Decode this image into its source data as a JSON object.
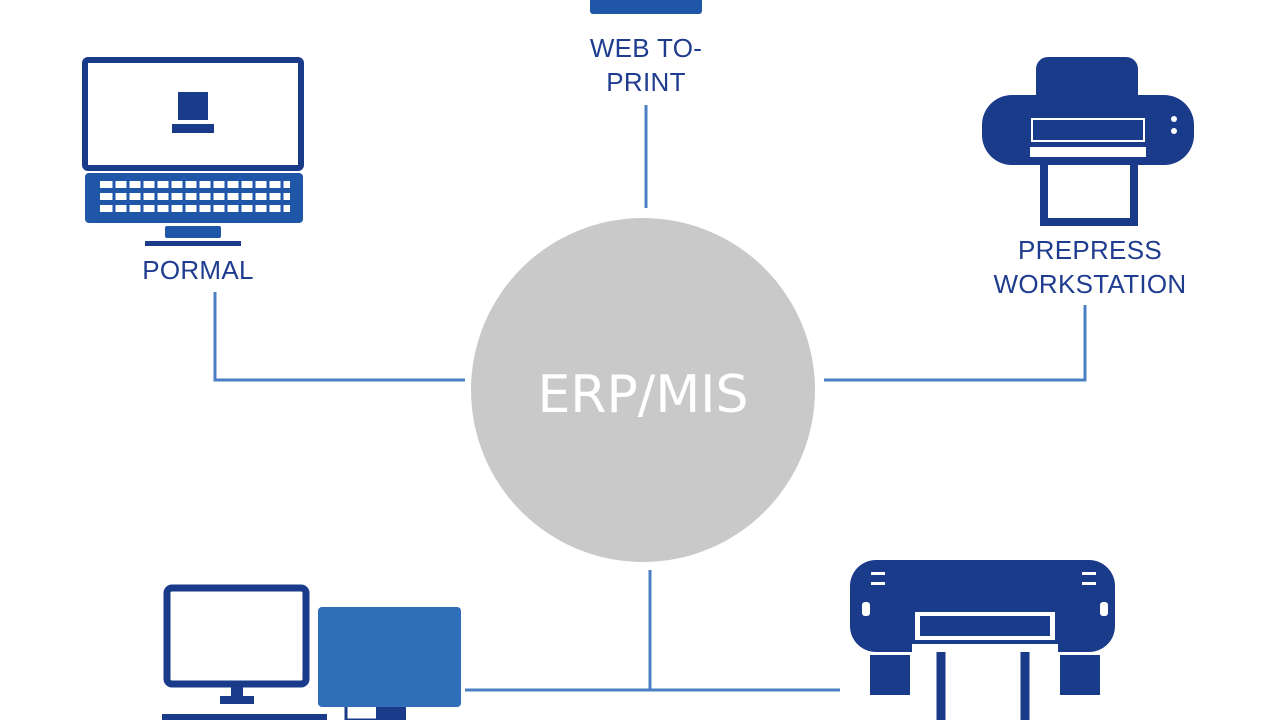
{
  "hub": {
    "label": "ERP/MIS"
  },
  "nodes": {
    "top": {
      "line1": "WEB TO-",
      "line2": "PRINT"
    },
    "left": {
      "label": "PORMAL"
    },
    "right": {
      "line1": "PREPRESS",
      "line2": "WORKSTATION"
    }
  },
  "icons": {
    "top": "web-to-print-icon",
    "left": "desktop-computer-icon",
    "right": "printer-icon",
    "bottom_left": "computer-workstation-icon",
    "bottom_right": "large-format-printer-icon"
  },
  "colors": {
    "navy": "#1a3a8a",
    "blue": "#2f6fba",
    "line": "#4a7fc4",
    "hub": "#c9c9c9",
    "label": "#1f3d8f"
  }
}
